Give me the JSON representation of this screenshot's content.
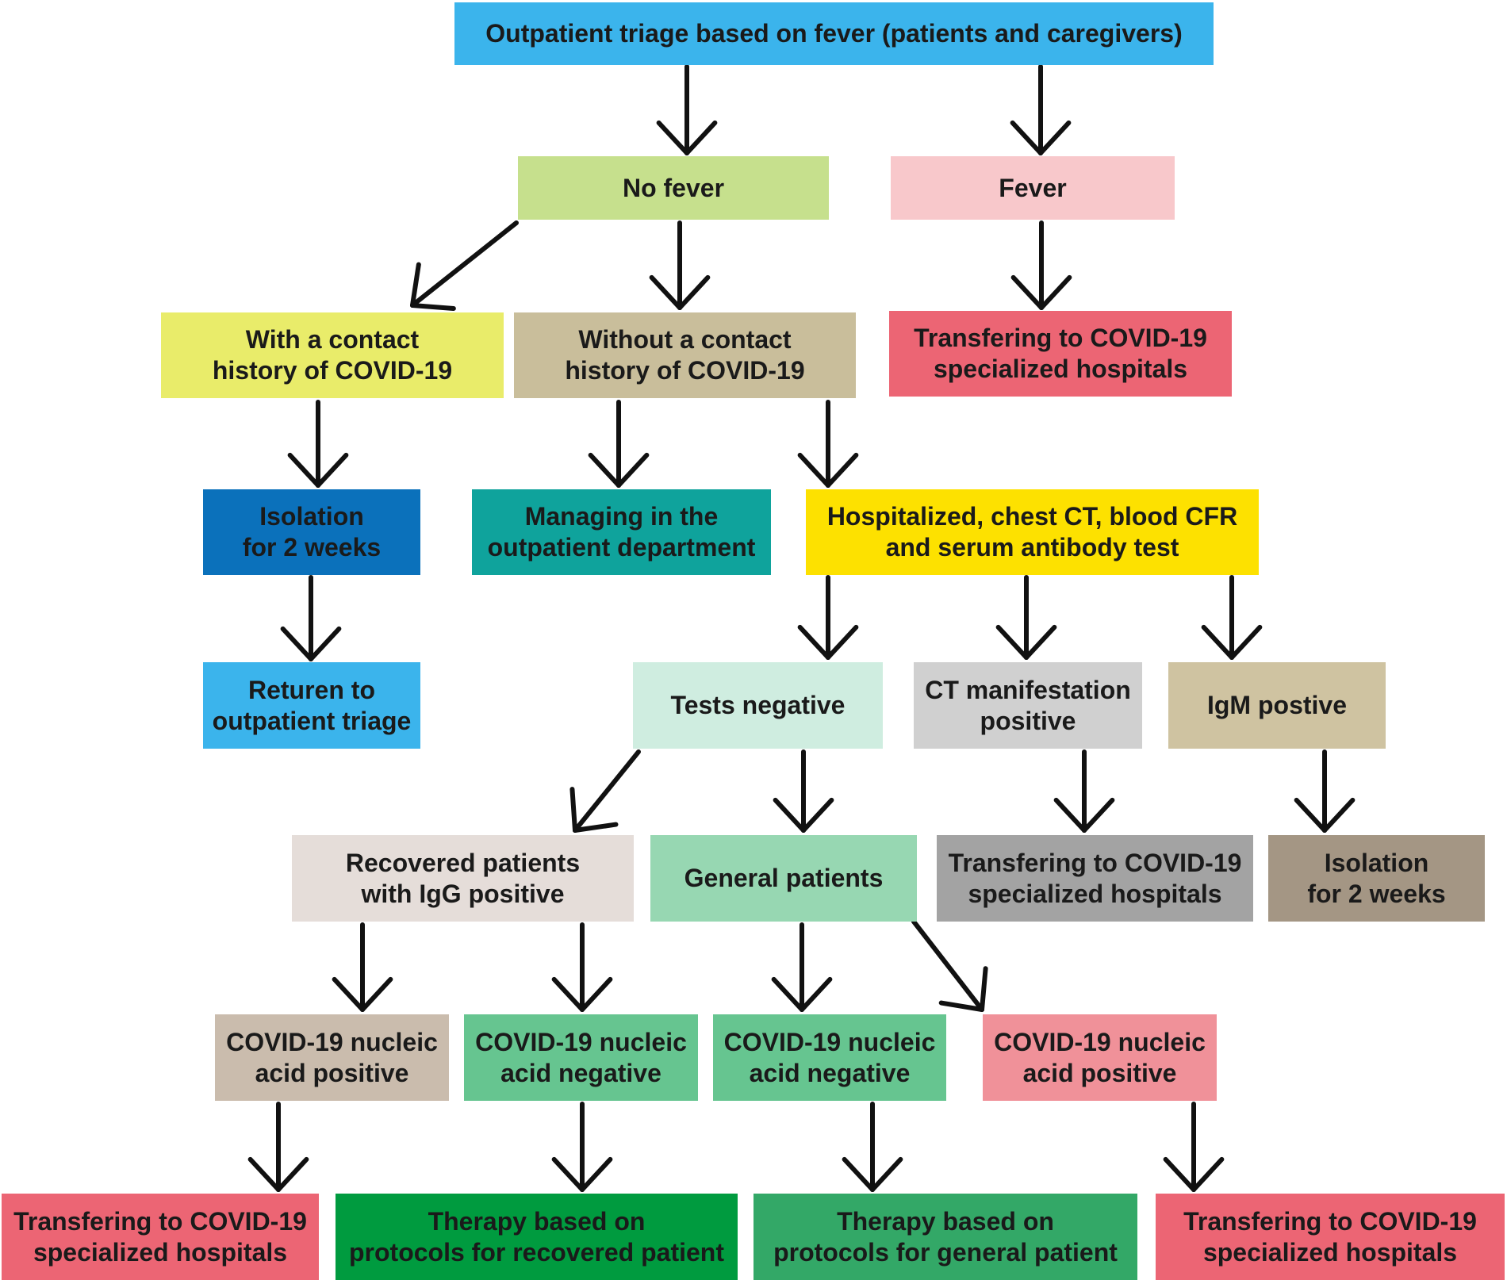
{
  "nodes": [
    {
      "id": "triage",
      "text": "Outpatient triage based on fever (patients and caregivers)",
      "color": "#3BB4EC"
    },
    {
      "id": "no-fever",
      "text": "No fever",
      "color": "#C6E08D"
    },
    {
      "id": "fever",
      "text": "Fever",
      "color": "#F8C8CB"
    },
    {
      "id": "with-contact",
      "text": "With a contact\nhistory of COVID-19",
      "color": "#E9EC6A"
    },
    {
      "id": "without-contact",
      "text": "Without a contact\nhistory of COVID-19",
      "color": "#C9BE9B"
    },
    {
      "id": "transfer-1",
      "text": "Transfering to COVID-19\nspecialized hospitals",
      "color": "#EC6574"
    },
    {
      "id": "isolation-1",
      "text": "Isolation\nfor 2 weeks",
      "color": "#0B71BB"
    },
    {
      "id": "managing",
      "text": "Managing in the\noutpatient department",
      "color": "#0FA39C"
    },
    {
      "id": "hospitalized",
      "text": "Hospitalized, chest CT, blood CFR\nand serum antibody test",
      "color": "#FDE100"
    },
    {
      "id": "return",
      "text": "Returen to\noutpatient triage",
      "color": "#3BB4EC"
    },
    {
      "id": "tests-negative",
      "text": "Tests negative",
      "color": "#CFEDE0"
    },
    {
      "id": "ct-positive",
      "text": "CT manifestation\npositive",
      "color": "#D0D0D0"
    },
    {
      "id": "igm-positive",
      "text": "IgM postive",
      "color": "#CFC3A1"
    },
    {
      "id": "recovered",
      "text": "Recovered patients\nwith IgG positive",
      "color": "#E5DDD9"
    },
    {
      "id": "general",
      "text": "General patients",
      "color": "#97D7B2"
    },
    {
      "id": "transfer-2",
      "text": "Transfering to COVID-19\nspecialized hospitals",
      "color": "#A3A3A3"
    },
    {
      "id": "isolation-2",
      "text": "Isolation\nfor 2 weeks",
      "color": "#A49684"
    },
    {
      "id": "nucleic-pos-1",
      "text": "COVID-19 nucleic\nacid positive",
      "color": "#CABCAD"
    },
    {
      "id": "nucleic-neg-1",
      "text": "COVID-19 nucleic\nacid negative",
      "color": "#66C590"
    },
    {
      "id": "nucleic-neg-2",
      "text": "COVID-19 nucleic\nacid negative",
      "color": "#66C590"
    },
    {
      "id": "nucleic-pos-2",
      "text": "COVID-19 nucleic\nacid positive",
      "color": "#F09199"
    },
    {
      "id": "transfer-3",
      "text": "Transfering to COVID-19\nspecialized hospitals",
      "color": "#EC6574"
    },
    {
      "id": "therapy-recovered",
      "text": "Therapy based on\nprotocols for recovered patient",
      "color": "#009B3F"
    },
    {
      "id": "therapy-general",
      "text": "Therapy based on\nprotocols for general  patient",
      "color": "#33A867"
    },
    {
      "id": "transfer-4",
      "text": "Transfering to COVID-19\nspecialized hospitals",
      "color": "#EC6574"
    }
  ],
  "edges": [
    [
      "triage",
      "no-fever"
    ],
    [
      "triage",
      "fever"
    ],
    [
      "no-fever",
      "with-contact"
    ],
    [
      "no-fever",
      "without-contact"
    ],
    [
      "fever",
      "transfer-1"
    ],
    [
      "with-contact",
      "isolation-1"
    ],
    [
      "without-contact",
      "managing"
    ],
    [
      "without-contact",
      "hospitalized"
    ],
    [
      "isolation-1",
      "return"
    ],
    [
      "hospitalized",
      "tests-negative"
    ],
    [
      "hospitalized",
      "ct-positive"
    ],
    [
      "hospitalized",
      "igm-positive"
    ],
    [
      "tests-negative",
      "recovered"
    ],
    [
      "tests-negative",
      "general"
    ],
    [
      "ct-positive",
      "transfer-2"
    ],
    [
      "igm-positive",
      "isolation-2"
    ],
    [
      "recovered",
      "nucleic-pos-1"
    ],
    [
      "recovered",
      "nucleic-neg-1"
    ],
    [
      "general",
      "nucleic-neg-2"
    ],
    [
      "general",
      "nucleic-pos-2"
    ],
    [
      "nucleic-pos-1",
      "transfer-3"
    ],
    [
      "nucleic-neg-1",
      "therapy-recovered"
    ],
    [
      "nucleic-neg-2",
      "therapy-general"
    ],
    [
      "nucleic-pos-2",
      "transfer-4"
    ]
  ],
  "colors": {
    "arrow": "#111111",
    "arrow_dark": "#2a1a1a"
  }
}
